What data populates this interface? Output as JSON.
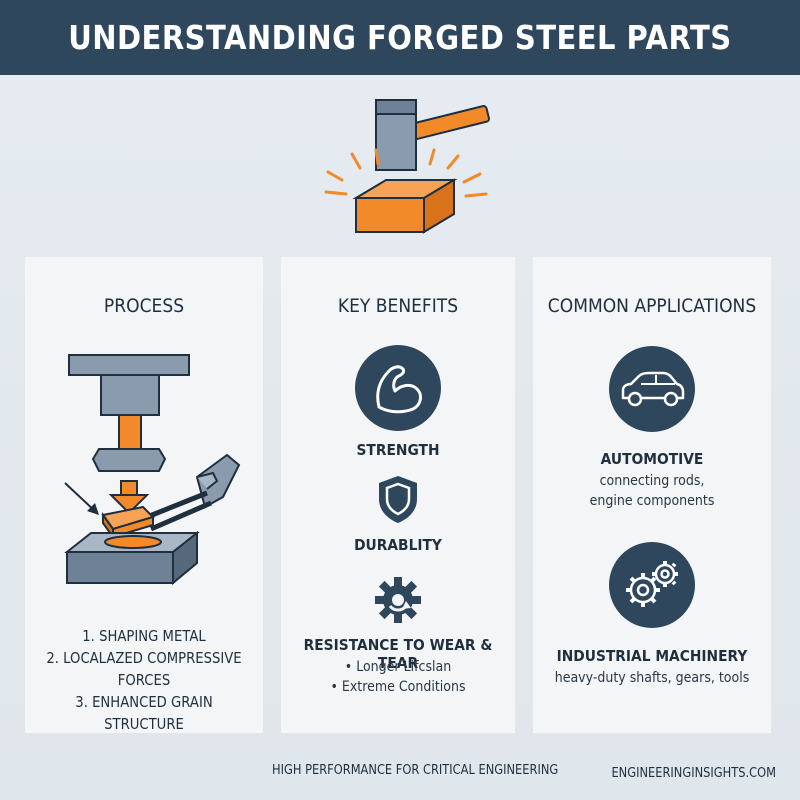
{
  "header": {
    "title": "UNDERSTANDING FORGED STEEL PARTS"
  },
  "process": {
    "title": "PROCESS",
    "steps": [
      "1. SHAPING METAL",
      "2. LOCALAZED COMPRESSIVE FORCES",
      "3. ENHANCED GRAIN STRUCTURE"
    ]
  },
  "benefits": {
    "title": "KEY BENEFITS",
    "items": [
      {
        "label": "STRENGTH",
        "icon": "flexed-arm-icon"
      },
      {
        "label": "DURABLITY",
        "icon": "shield-icon"
      },
      {
        "label": "RESISTANCE TO WEAR & TEAR",
        "icon": "gear-arrow-icon"
      }
    ],
    "bullets": [
      "• Longer Lifcslan",
      "• Extreme Conditions"
    ]
  },
  "applications": {
    "title": "COMMON APPLICATIONS",
    "items": [
      {
        "label": "AUTOMOTIVE",
        "desc": [
          "connecting rods,",
          "engine components"
        ],
        "icon": "car-icon"
      },
      {
        "label": "INDUSTRIAL MACHINERY",
        "desc": [
          "heavy-duty shafts, gears, tools"
        ],
        "icon": "gears-icon"
      }
    ]
  },
  "footer": {
    "tagline": "HIGH PERFORMANCE FOR CRITICAL ENGINEERING",
    "site": "ENGINEERINGINSIGHTS.COM"
  },
  "colors": {
    "navy": "#2e475d",
    "orange": "#f28a2a",
    "steel": "#7d8fa3",
    "panel": "#f3f5f7"
  }
}
